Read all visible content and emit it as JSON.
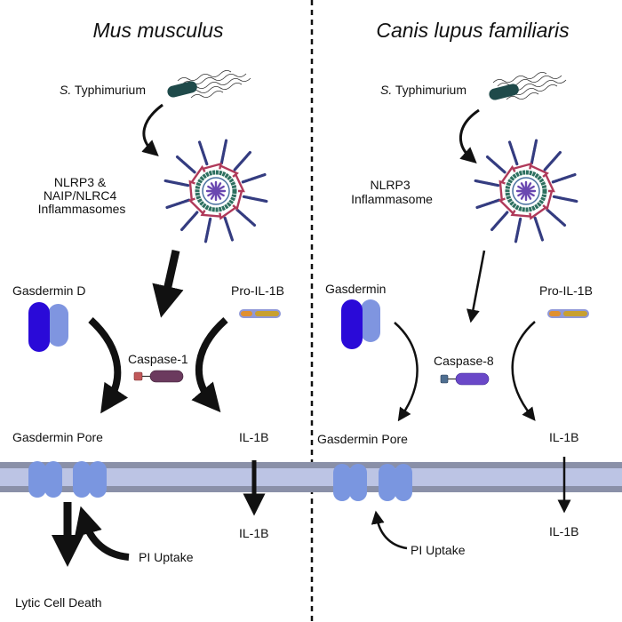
{
  "left_panel": {
    "title": "Mus musculus",
    "pathogen_italic": "S.",
    "pathogen_rest": " Typhimurium",
    "inflammasome_lines": [
      "NLRP3 &",
      "NAIP/NLRC4",
      "Inflammasomes"
    ],
    "gasdermin": "Gasdermin D",
    "pro_il": "Pro-IL-1B",
    "caspase": "Caspase-1",
    "pore": "Gasdermin Pore",
    "il_upper": "IL-1B",
    "il_lower": "IL-1B",
    "pi_uptake": "PI Uptake",
    "cell_death": "Lytic Cell Death"
  },
  "right_panel": {
    "title": "Canis lupus familiaris",
    "pathogen_italic": "S.",
    "pathogen_rest": " Typhimurium",
    "inflammasome_lines": [
      "NLRP3",
      "Inflammasome"
    ],
    "gasdermin": "Gasdermin",
    "pro_il": "Pro-IL-1B",
    "caspase": "Caspase-8",
    "pore": "Gasdermin Pore",
    "il_upper": "IL-1B",
    "il_lower": "IL-1B",
    "pi_uptake": "PI Uptake"
  },
  "colors": {
    "bacterium": "#1f4a4a",
    "gasdermin_dark": "#2a0ad8",
    "gasdermin_light": "#7f95e0",
    "pore": "#7a96e0",
    "membrane_outer": "#8a90a8",
    "membrane_inner": "#bcc4e4",
    "caspase1": "#6b3a5e",
    "caspase1_head": "#c0585a",
    "caspase8": "#6a48c8",
    "caspase8_head": "#4e6e90",
    "pro_il_orange": "#e09030",
    "pro_il_gold": "#c8a030",
    "inflammasome_ring": "#b03a5a",
    "inflammasome_teal": "#2e7060",
    "inflammasome_spoke": "#343c80",
    "inflammasome_core": "#6a48b0"
  }
}
